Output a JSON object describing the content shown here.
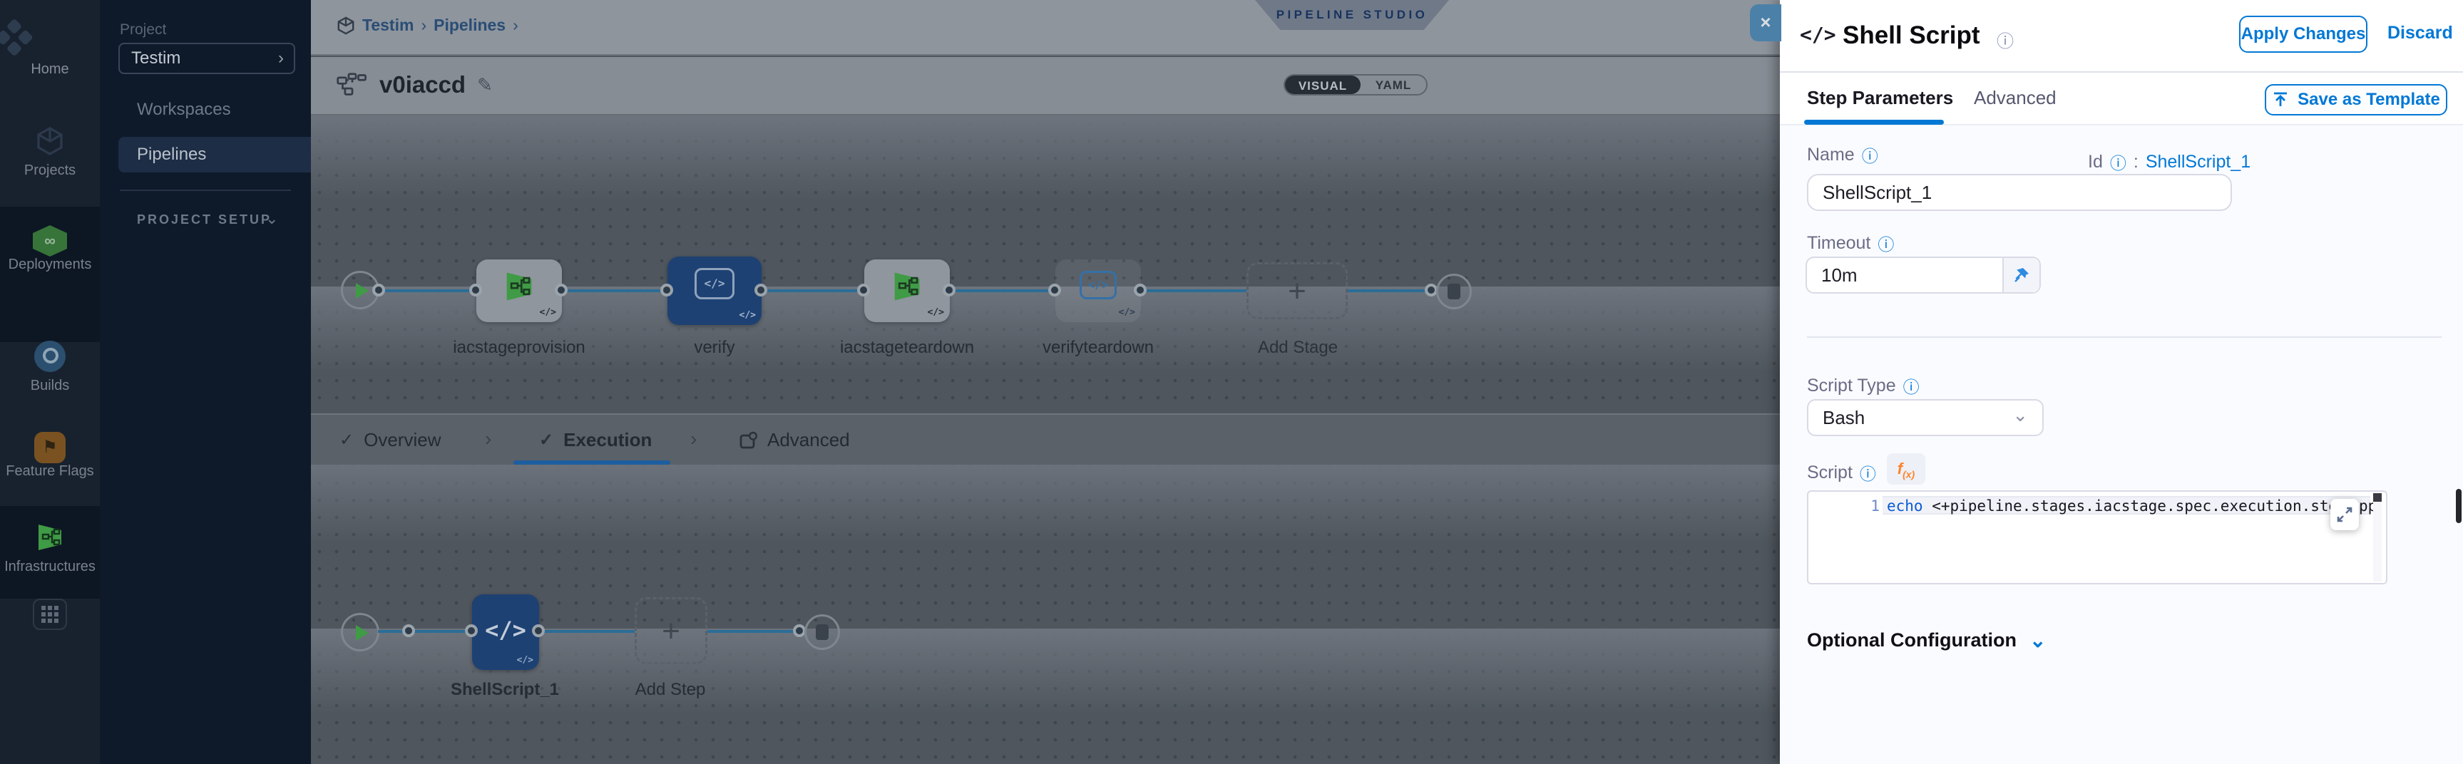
{
  "sidebar": {
    "items": [
      {
        "label": "Home"
      },
      {
        "label": "Projects"
      },
      {
        "label": "Deployments"
      },
      {
        "label": "Builds"
      },
      {
        "label": "Feature Flags"
      },
      {
        "label": "Infrastructures"
      }
    ]
  },
  "project_panel": {
    "section_label": "Project",
    "project_name": "Testim",
    "workspaces_label": "Workspaces",
    "pipelines_label": "Pipelines",
    "setup_label": "PROJECT SETUP"
  },
  "topbar": {
    "breadcrumb_project": "Testim",
    "breadcrumb_section": "Pipelines",
    "studio_badge": "PIPELINE STUDIO",
    "pipeline_name": "v0iaccd",
    "visual_label": "VISUAL",
    "yaml_label": "YAML"
  },
  "stage_graph": {
    "stage1_label": "iacstageprovision",
    "stage2_label": "verify",
    "stage3_label": "iacstageteardown",
    "stage4_label": "verifyteardown",
    "add_stage_label": "Add Stage"
  },
  "stage_tabs": {
    "overview": "Overview",
    "execution": "Execution",
    "advanced": "Advanced"
  },
  "step_graph": {
    "step_label": "ShellScript_1",
    "add_step_label": "Add Step"
  },
  "drawer": {
    "title": "Shell Script",
    "apply_label": "Apply Changes",
    "discard_label": "Discard",
    "tab_step_parameters": "Step Parameters",
    "tab_advanced": "Advanced",
    "save_template_label": "Save as Template",
    "name_label": "Name",
    "name_value": "ShellScript_1",
    "id_label": "Id",
    "id_colon": ":",
    "id_value": "ShellScript_1",
    "timeout_label": "Timeout",
    "timeout_value": "10m",
    "script_type_label": "Script Type",
    "script_type_value": "Bash",
    "script_label": "Script",
    "fx_label": "f",
    "fx_sub": "(x)",
    "line_number": "1",
    "code_keyword": "echo",
    "code_rest": " <+pipeline.stages.iacstage.spec.execution.steps.appl",
    "code_tail": "ppl",
    "optional_label": "Optional Configuration"
  },
  "icons": {
    "close": "×",
    "check": "✓",
    "chevron_right": "›",
    "chevron_down": "⌄",
    "pencil": "✎",
    "info": "ⓘ",
    "code": "</>",
    "plus": "+",
    "infinity": "∞",
    "flag": "⚑"
  },
  "colors": {
    "accent": "#0278d5",
    "selected_node": "#1d4173",
    "stage_green": "#3f9b45",
    "fx_orange": "#ff832b"
  }
}
